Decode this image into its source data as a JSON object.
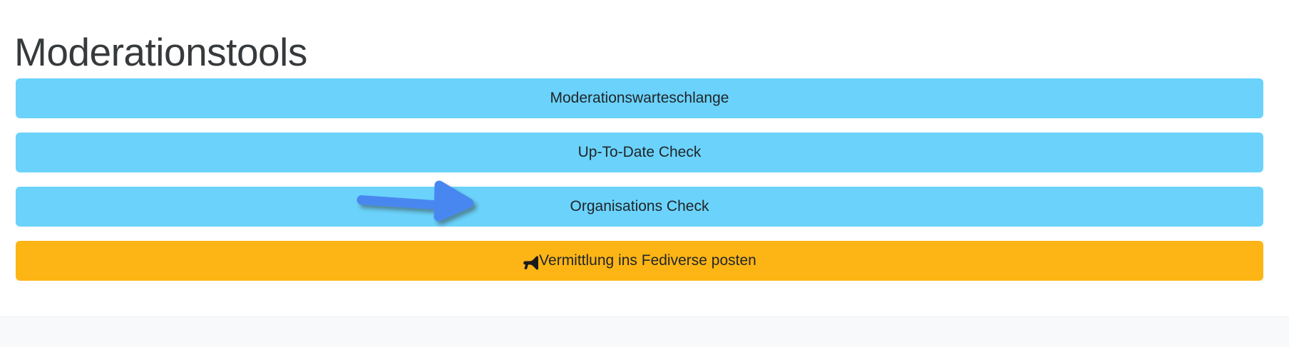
{
  "page": {
    "title": "Moderationstools",
    "background_color": "#ffffff"
  },
  "colors": {
    "blue_button": "#6bd3fb",
    "amber_button": "#fdb515",
    "title_text": "#373a3c",
    "button_text": "#212529",
    "arrow": "#4a87f0",
    "footer": "#f8f9fa"
  },
  "buttons": [
    {
      "label": "Moderationswarteschlange",
      "style": "blue",
      "icon": null
    },
    {
      "label": "Up-To-Date Check",
      "style": "blue",
      "icon": null
    },
    {
      "label": "Organisations Check",
      "style": "blue",
      "icon": null
    },
    {
      "label": "Vermittlung ins Fediverse posten",
      "style": "amber",
      "icon": "megaphone-icon"
    }
  ],
  "annotation": {
    "type": "arrow",
    "direction": "right",
    "points_to": "Organisations Check",
    "color": "#4a87f0"
  }
}
